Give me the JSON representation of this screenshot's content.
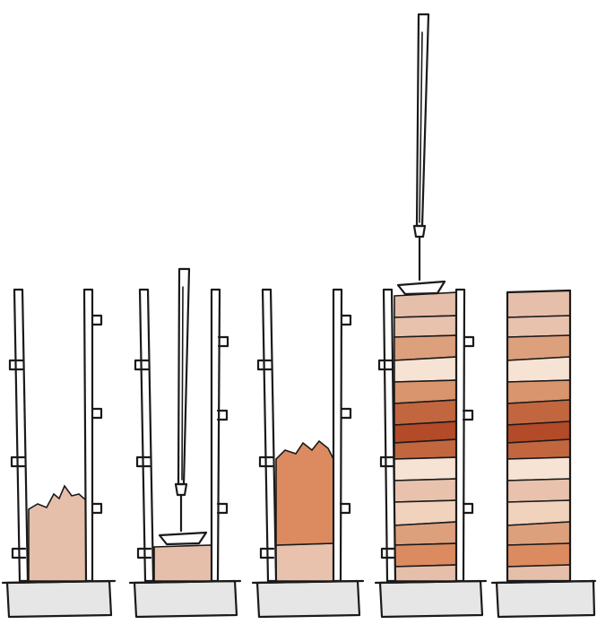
{
  "colors": {
    "ink": "#1a1a1a",
    "base": "#e6e6e6",
    "background": "#ffffff",
    "soil_light": "#e6bfaa",
    "soil_pink": "#e8c2ad",
    "soil_orange": "#dc8b60",
    "soil_mid": "#d9956d",
    "soil_cream": "#f6e3d3",
    "soil_peach": "#efc3a6",
    "soil_tan": "#dda07d",
    "soil_rust": "#c2663f",
    "soil_brick": "#b34a28",
    "soil_sand": "#f1d2bc"
  },
  "icons": [
    "formwork-rail",
    "rammer-tool",
    "rammer-foot",
    "concrete-base"
  ],
  "stages": [
    {
      "step": 1,
      "fill_fraction": 0.2,
      "tool": false,
      "formwork": true,
      "loose_top": true
    },
    {
      "step": 2,
      "fill_fraction": 0.12,
      "tool": true,
      "formwork": true,
      "loose_top": false
    },
    {
      "step": 3,
      "fill_fraction": 0.4,
      "tool": false,
      "formwork": true,
      "loose_top": true
    },
    {
      "step": 4,
      "fill_fraction": 1.0,
      "tool": true,
      "formwork": true,
      "loose_top": false
    },
    {
      "step": 5,
      "fill_fraction": 1.0,
      "tool": false,
      "formwork": false,
      "loose_top": false
    }
  ]
}
